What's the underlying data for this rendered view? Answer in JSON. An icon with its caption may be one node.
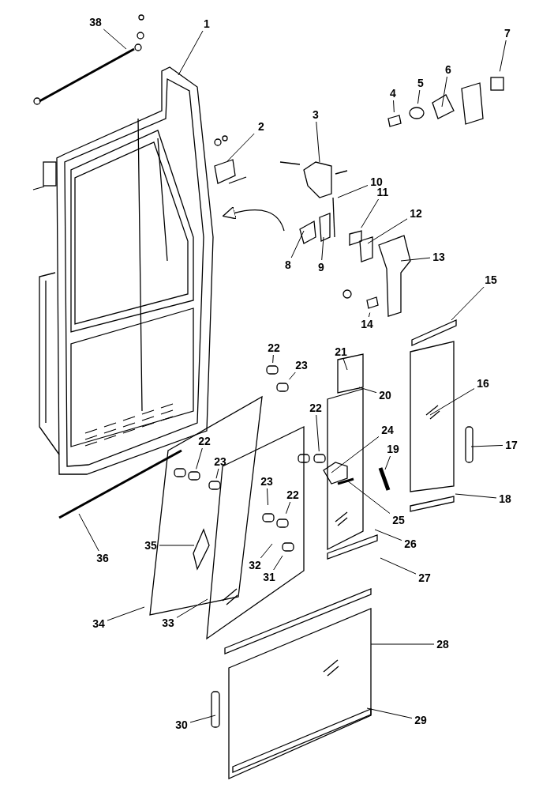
{
  "diagram": {
    "nodes": [
      {
        "text": [
          "38"
        ]
      },
      {
        "text": [
          "1"
        ]
      },
      {
        "text": [
          "7"
        ]
      },
      {
        "text": [
          "6"
        ]
      },
      {
        "text": [
          "5"
        ]
      },
      {
        "text": [
          "4"
        ]
      },
      {
        "text": [
          "3"
        ]
      },
      {
        "text": [
          "2"
        ]
      },
      {
        "text": [
          "10"
        ]
      },
      {
        "text": [
          "11"
        ]
      },
      {
        "text": [
          "12"
        ]
      },
      {
        "text": [
          "13"
        ]
      },
      {
        "text": [
          "8"
        ]
      },
      {
        "text": [
          "9"
        ]
      },
      {
        "text": [
          "15"
        ]
      },
      {
        "text": [
          "14"
        ]
      },
      {
        "text": [
          "22"
        ]
      },
      {
        "text": [
          "21"
        ]
      },
      {
        "text": [
          "23"
        ]
      },
      {
        "text": [
          "16"
        ]
      },
      {
        "text": [
          "20"
        ]
      },
      {
        "text": [
          "22"
        ]
      },
      {
        "text": [
          "24"
        ]
      },
      {
        "text": [
          "22"
        ]
      },
      {
        "text": [
          "17"
        ]
      },
      {
        "text": [
          "19"
        ]
      },
      {
        "text": [
          "23"
        ]
      },
      {
        "text": [
          "23"
        ]
      },
      {
        "text": [
          "22"
        ]
      },
      {
        "text": [
          "18"
        ]
      },
      {
        "text": [
          "25"
        ]
      },
      {
        "text": [
          "35"
        ]
      },
      {
        "text": [
          "26"
        ]
      },
      {
        "text": [
          "36"
        ]
      },
      {
        "text": [
          "32"
        ]
      },
      {
        "text": [
          "31"
        ]
      },
      {
        "text": [
          "27"
        ]
      },
      {
        "text": [
          "34"
        ]
      },
      {
        "text": [
          "33"
        ]
      },
      {
        "text": [
          "28"
        ]
      },
      {
        "text": [
          "29"
        ]
      },
      {
        "text": [
          "30"
        ]
      }
    ],
    "edges": [
      {
        "from": 0,
        "to": null,
        "arrow": "none"
      },
      {
        "from": 1,
        "to": null,
        "arrow": "none"
      },
      {
        "from": 2,
        "to": null,
        "arrow": "none"
      },
      {
        "from": 3,
        "to": null,
        "arrow": "none"
      },
      {
        "from": 4,
        "to": null,
        "arrow": "none"
      },
      {
        "from": 5,
        "to": null,
        "arrow": "none"
      },
      {
        "from": 6,
        "to": null,
        "arrow": "none"
      },
      {
        "from": 7,
        "to": null,
        "arrow": "none"
      },
      {
        "from": 8,
        "to": null,
        "arrow": "none"
      },
      {
        "from": 9,
        "to": null,
        "arrow": "none"
      },
      {
        "from": 10,
        "to": null,
        "arrow": "none"
      },
      {
        "from": 11,
        "to": null,
        "arrow": "none"
      },
      {
        "from": 12,
        "to": null,
        "arrow": "none"
      },
      {
        "from": 13,
        "to": null,
        "arrow": "none"
      },
      {
        "from": 14,
        "to": null,
        "arrow": "none"
      },
      {
        "from": 15,
        "to": null,
        "arrow": "none"
      },
      {
        "from": 16,
        "to": null,
        "arrow": "none"
      },
      {
        "from": 17,
        "to": null,
        "arrow": "none"
      },
      {
        "from": 18,
        "to": null,
        "arrow": "none"
      },
      {
        "from": 19,
        "to": null,
        "arrow": "none"
      },
      {
        "from": 20,
        "to": null,
        "arrow": "none"
      },
      {
        "from": 21,
        "to": null,
        "arrow": "none"
      },
      {
        "from": 22,
        "to": null,
        "arrow": "none"
      },
      {
        "from": 23,
        "to": null,
        "arrow": "none"
      },
      {
        "from": 24,
        "to": null,
        "arrow": "none"
      },
      {
        "from": 25,
        "to": null,
        "arrow": "none"
      },
      {
        "from": 26,
        "to": null,
        "arrow": "none"
      },
      {
        "from": 27,
        "to": null,
        "arrow": "none"
      },
      {
        "from": 28,
        "to": null,
        "arrow": "none"
      },
      {
        "from": 29,
        "to": null,
        "arrow": "none"
      },
      {
        "from": 30,
        "to": null,
        "arrow": "none"
      },
      {
        "from": 31,
        "to": null,
        "arrow": "none"
      },
      {
        "from": 32,
        "to": null,
        "arrow": "none"
      },
      {
        "from": 33,
        "to": null,
        "arrow": "none"
      },
      {
        "from": 34,
        "to": null,
        "arrow": "none"
      },
      {
        "from": 35,
        "to": null,
        "arrow": "none"
      },
      {
        "from": 36,
        "to": null,
        "arrow": "none"
      },
      {
        "from": 37,
        "to": null,
        "arrow": "none"
      },
      {
        "from": 38,
        "to": null,
        "arrow": "none"
      },
      {
        "from": 39,
        "to": null,
        "arrow": "none"
      },
      {
        "from": 40,
        "to": null,
        "arrow": "none"
      },
      {
        "from": 41,
        "to": null,
        "arrow": "none"
      }
    ]
  }
}
